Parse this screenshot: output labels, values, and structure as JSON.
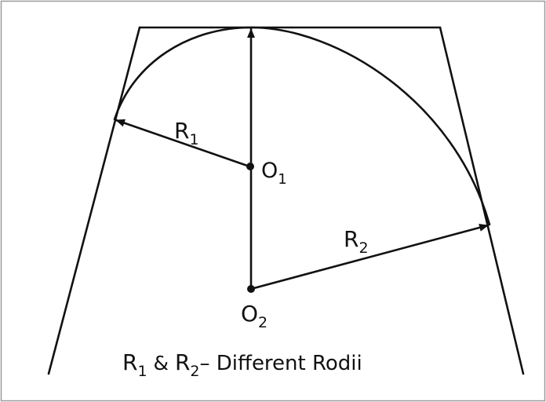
{
  "diagram": {
    "labels": {
      "r1_main": "R",
      "r1_sub": "1",
      "o1_main": "O",
      "o1_sub": "1",
      "r2_main": "R",
      "r2_sub": "2",
      "o2_main": "O",
      "o2_sub": "2"
    },
    "caption": {
      "r1_main": "R",
      "r1_sub": "1",
      "connector": " & ",
      "r2_main": "R",
      "r2_sub": "2",
      "rest": "– Different Rodii"
    },
    "colors": {
      "ink": "#111111",
      "border": "#9a9a9a",
      "background": "#ffffff"
    }
  }
}
